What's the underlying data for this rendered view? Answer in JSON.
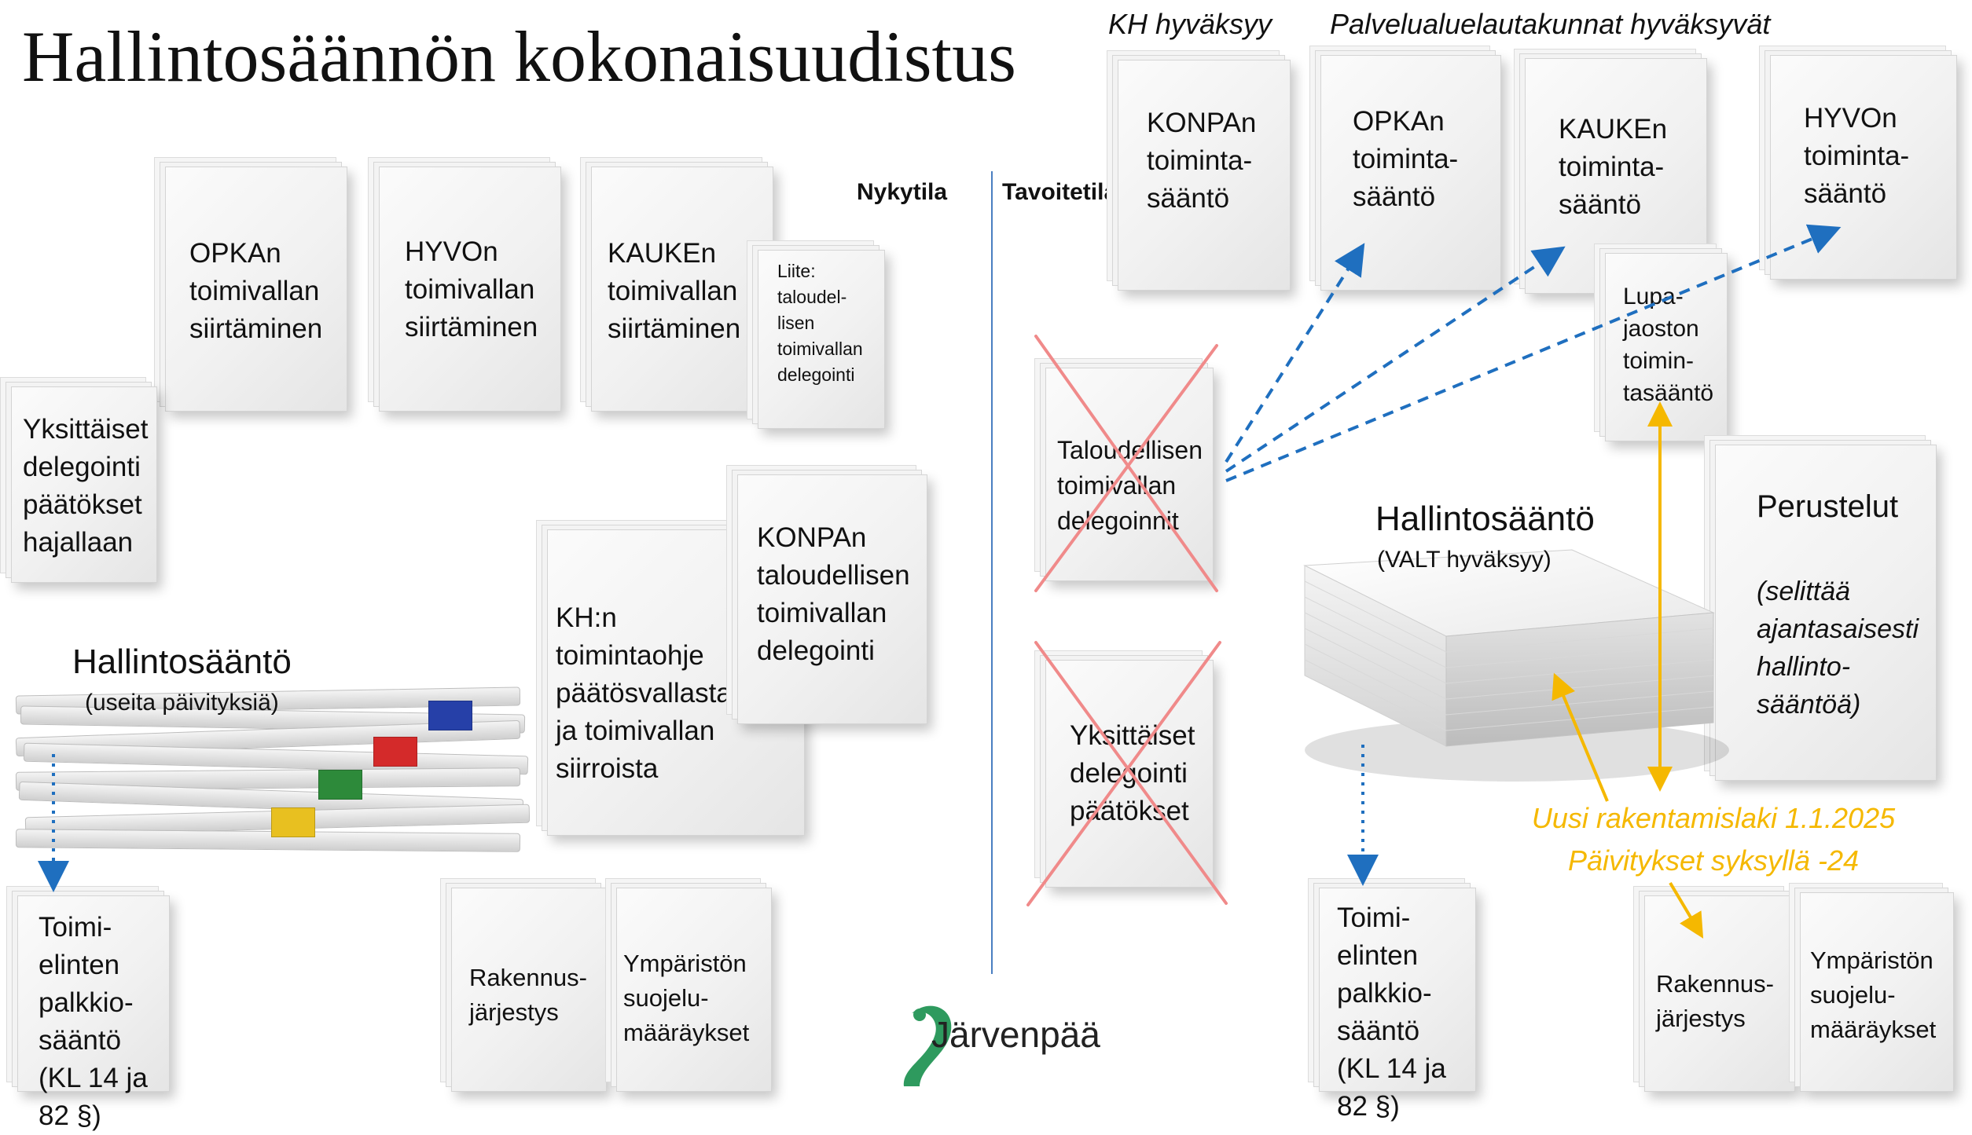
{
  "title": "Hallintosäännön kokonaisuudistus",
  "headers": {
    "kh": "KH hyväksyy",
    "lautakunnat": "Palvelualuelautakunnat hyväksyvät"
  },
  "states": {
    "current": "Nykytila",
    "target": "Tavoitetila"
  },
  "current_docs": {
    "opka": "OPKAn\ntoimivallan\nsiirtäminen",
    "hyvo": "HYVOn\ntoimivallan\nsiirtäminen",
    "kauke": "KAUKEn\ntoimivallan\nsiirtäminen",
    "liite": "Liite:\ntaloudel-\nlisen\ntoimivallan\ndelegointi",
    "yksittaiset": "Yksittäiset\ndelegointi\npäätökset\nhajallaan",
    "konpa_talous": "KONPAn\ntaloudellisen\ntoimivallan\ndelegointi",
    "kh_ohje": "KH:n\ntoimintaohje\npäätösvallasta\nja toimivallan\nsiirroista",
    "palkkio": "Toimi-\nelinten\npalkkio-\nsääntö\n(KL 14 ja 82 §)",
    "rakennus": "Rakennus-\njärjestys",
    "ymparisto": "Ympäristön\nsuojelu-\nmääräykset"
  },
  "hallintosaanto_current": {
    "title": "Hallintosääntö",
    "subtitle": "(useita päivityksiä)"
  },
  "target_docs": {
    "konpa": "KONPAn\ntoiminta-\nsääntö",
    "opka": "OPKAn\ntoiminta-\nsääntö",
    "kauke": "KAUKEn\ntoiminta-\nsääntö",
    "hyvo": "HYVOn\ntoiminta-\nsääntö",
    "lupa": "Lupa-\njaoston\ntoimin-\ntasääntö",
    "talous_deleg": "Taloudellisen\ntoimivallan\ndelegoinnit",
    "yksittaiset": "Yksittäiset\ndelegointi\npäätökset",
    "perustelut_title": "Perustelut",
    "perustelut_body": "(selittää\najantasaisesti\nhallinto-\nsääntöä)",
    "palkkio": "Toimi-\nelinten\npalkkio-\nsääntö\n(KL 14 ja 82 §)",
    "rakennus": "Rakennus-\njärjestys",
    "ymparisto": "Ympäristön\nsuojelu-\nmääräykset"
  },
  "hallintosaanto_target": {
    "title": "Hallintosääntö",
    "subtitle": "(VALT hyväksyy)"
  },
  "yellow_note": {
    "line1": "Uusi rakentamislaki 1.1.2025",
    "line2": "Päivitykset syksyllä -24"
  },
  "logo": "Järvenpää",
  "colors": {
    "blue_arrow": "#1f6fbf",
    "yellow": "#f5b800",
    "red_cross": "#f08a8a",
    "divider": "#4a7fc1",
    "logo_green": "#2e9a5e"
  }
}
